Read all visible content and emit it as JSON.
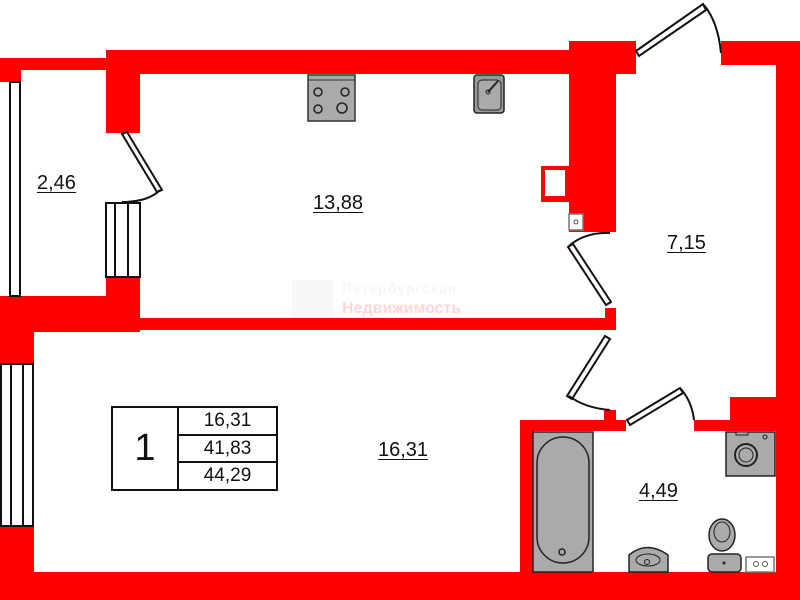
{
  "plan": {
    "title": "Apartment floor plan",
    "wall_color": "#ff0000",
    "fixture_color": "#aaaaaa",
    "rooms": [
      {
        "id": "loggia",
        "area": "2,46"
      },
      {
        "id": "kitchen",
        "area": "13,88"
      },
      {
        "id": "hallway",
        "area": "7,15"
      },
      {
        "id": "living-room",
        "area": "16,31"
      },
      {
        "id": "bathroom",
        "area": "4,49"
      }
    ],
    "summary": {
      "room_count": "1",
      "living_area": "16,31",
      "total_area": "41,83",
      "total_with_loggia": "44,29"
    },
    "fixtures": [
      "stove",
      "kitchen-sink",
      "washing-machine",
      "bathtub",
      "wash-basin",
      "toilet",
      "socket",
      "vent"
    ]
  },
  "watermark": {
    "line1": "Петербургская",
    "line2": "Недвижимость"
  }
}
